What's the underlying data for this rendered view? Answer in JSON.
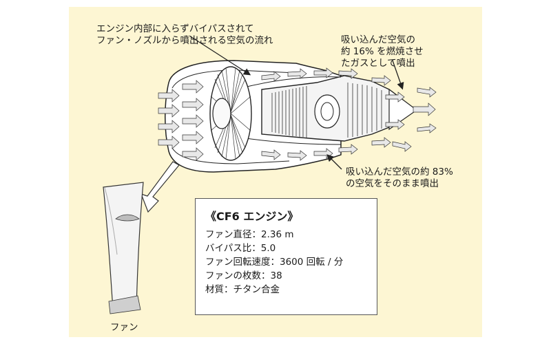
{
  "colors": {
    "panel_background": "#fdf6d3",
    "specs_background": "#ffffff",
    "arrow_fill": "#e8e8e8",
    "outline": "#222222"
  },
  "callouts": {
    "bypass": {
      "lines": [
        "エンジン内部に入らずバイパスされて",
        "ファン・ノズルから噴出される空気の流れ"
      ]
    },
    "core": {
      "lines": [
        "吸い込んだ空気の",
        "約 16% を燃焼させ",
        "たガスとして噴出"
      ]
    },
    "fan_exhaust": {
      "lines": [
        "吸い込んだ空気の約 83%",
        "の空気をそのまま噴出"
      ]
    }
  },
  "fan_blade": {
    "label": "ファン"
  },
  "specs": {
    "title": "《CF6 エンジン》",
    "items": [
      "ファン直径：2.36 m",
      "バイパス比：5.0",
      "ファン回転速度：3600 回転 / 分",
      "ファンの枚数：38",
      "材質：チタン合金"
    ]
  }
}
